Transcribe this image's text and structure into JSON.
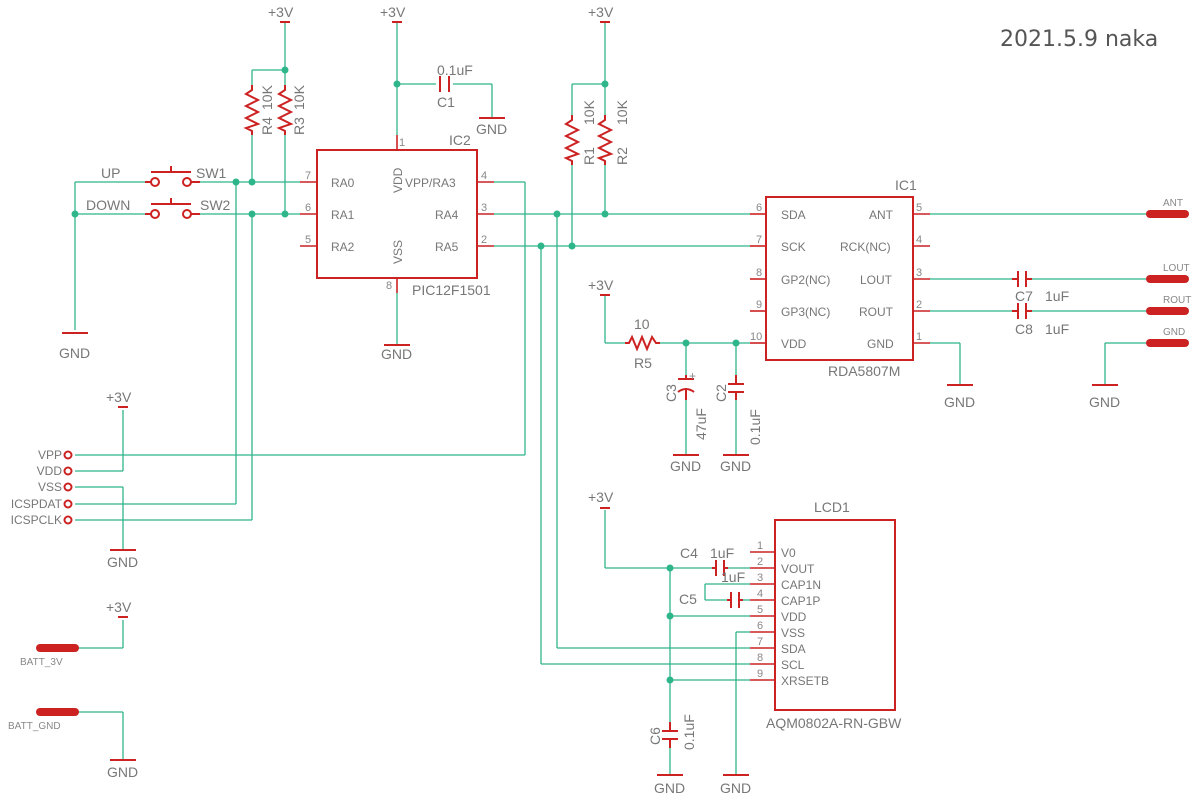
{
  "title": "2021.5.9 naka",
  "power": {
    "v3": "+3V",
    "gnd": "GND"
  },
  "ic2": {
    "ref": "IC2",
    "value": "PIC12F1501",
    "pins": {
      "ra0": {
        "name": "RA0",
        "num": "7"
      },
      "ra1": {
        "name": "RA1",
        "num": "6"
      },
      "ra2": {
        "name": "RA2",
        "num": "5"
      },
      "vdd": {
        "name": "VDD",
        "num": "1"
      },
      "vss": {
        "name": "VSS",
        "num": "8"
      },
      "vpp": {
        "name": "VPP/RA3",
        "num": "4"
      },
      "ra4": {
        "name": "RA4",
        "num": "3"
      },
      "ra5": {
        "name": "RA5",
        "num": "2"
      }
    }
  },
  "ic1": {
    "ref": "IC1",
    "value": "RDA5807M",
    "pins": {
      "sda": {
        "name": "SDA",
        "num": "6"
      },
      "sck": {
        "name": "SCK",
        "num": "7"
      },
      "gp2": {
        "name": "GP2(NC)",
        "num": "8"
      },
      "gp3": {
        "name": "GP3(NC)",
        "num": "9"
      },
      "vdd": {
        "name": "VDD",
        "num": "10"
      },
      "ant": {
        "name": "ANT",
        "num": "5"
      },
      "rck": {
        "name": "RCK(NC)",
        "num": "4"
      },
      "lout": {
        "name": "LOUT",
        "num": "3"
      },
      "rout": {
        "name": "ROUT",
        "num": "2"
      },
      "gnd": {
        "name": "GND",
        "num": "1"
      }
    }
  },
  "lcd1": {
    "ref": "LCD1",
    "value": "AQM0802A-RN-GBW",
    "pins": [
      {
        "num": "1",
        "name": "V0"
      },
      {
        "num": "2",
        "name": "VOUT"
      },
      {
        "num": "3",
        "name": "CAP1N"
      },
      {
        "num": "4",
        "name": "CAP1P"
      },
      {
        "num": "5",
        "name": "VDD"
      },
      {
        "num": "6",
        "name": "VSS"
      },
      {
        "num": "7",
        "name": "SDA"
      },
      {
        "num": "8",
        "name": "SCL"
      },
      {
        "num": "9",
        "name": "XRSETB"
      }
    ]
  },
  "switches": {
    "sw1": "SW1",
    "sw2": "SW2",
    "up": "UP",
    "down": "DOWN"
  },
  "resistors": {
    "r4": "R4",
    "r4v": "10K",
    "r3": "R3",
    "r3v": "10K",
    "r1": "R1",
    "r1v": "10K",
    "r2": "R2",
    "r2v": "10K",
    "r5": "R5",
    "r5v": "10"
  },
  "capacitors": {
    "c1": "C1",
    "c1v": "0.1uF",
    "c3": "C3",
    "c3v": "47uF",
    "c2": "C2",
    "c2v": "0.1uF",
    "c7": "C7",
    "c7v": "1uF",
    "c8": "C8",
    "c8v": "1uF",
    "c4": "C4",
    "c4v": "1uF",
    "c5": "C5",
    "c5v": "1uF",
    "c6": "C6",
    "c6v": "0.1uF"
  },
  "icsp": [
    "VPP",
    "VDD",
    "VSS",
    "ICSPDAT",
    "ICSPCLK"
  ],
  "connectors": {
    "ant": "ANT",
    "lout": "LOUT",
    "rout": "ROUT",
    "gnd": "GND",
    "batt3v": "BATT_3V",
    "battgnd": "BATT_GND"
  },
  "colors": {
    "wire": "#2fb58a",
    "part": "#cc2222",
    "text": "#777777"
  }
}
